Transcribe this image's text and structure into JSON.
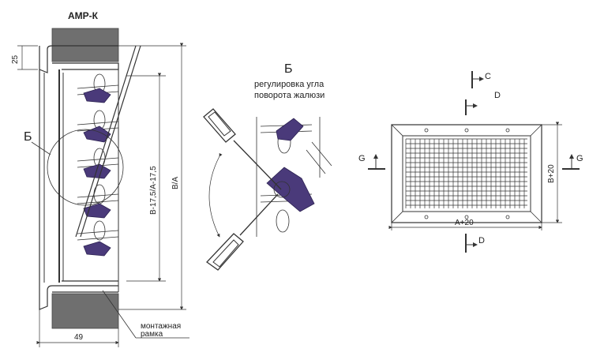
{
  "colors": {
    "accent": "#4a3a7a",
    "wall": "#6f6f6f",
    "line": "#333333"
  },
  "left_view": {
    "title": "АМР-К",
    "dim_25": "25",
    "detail_label": "Б",
    "dim_inner": "B-17,5/A-17,5",
    "dim_outer": "B/A",
    "dim_49": "49",
    "frame_label_1": "монтажная",
    "frame_label_2": "рамка"
  },
  "middle_view": {
    "detail_label": "Б",
    "caption_1": "регулировка угла",
    "caption_2": "поворота жалюзи"
  },
  "right_view": {
    "label_c": "C",
    "label_d_top": "D",
    "label_g_left": "G",
    "label_g_right": "G",
    "dim_width": "A+20",
    "dim_height": "B+20",
    "label_d_bottom": "D"
  }
}
